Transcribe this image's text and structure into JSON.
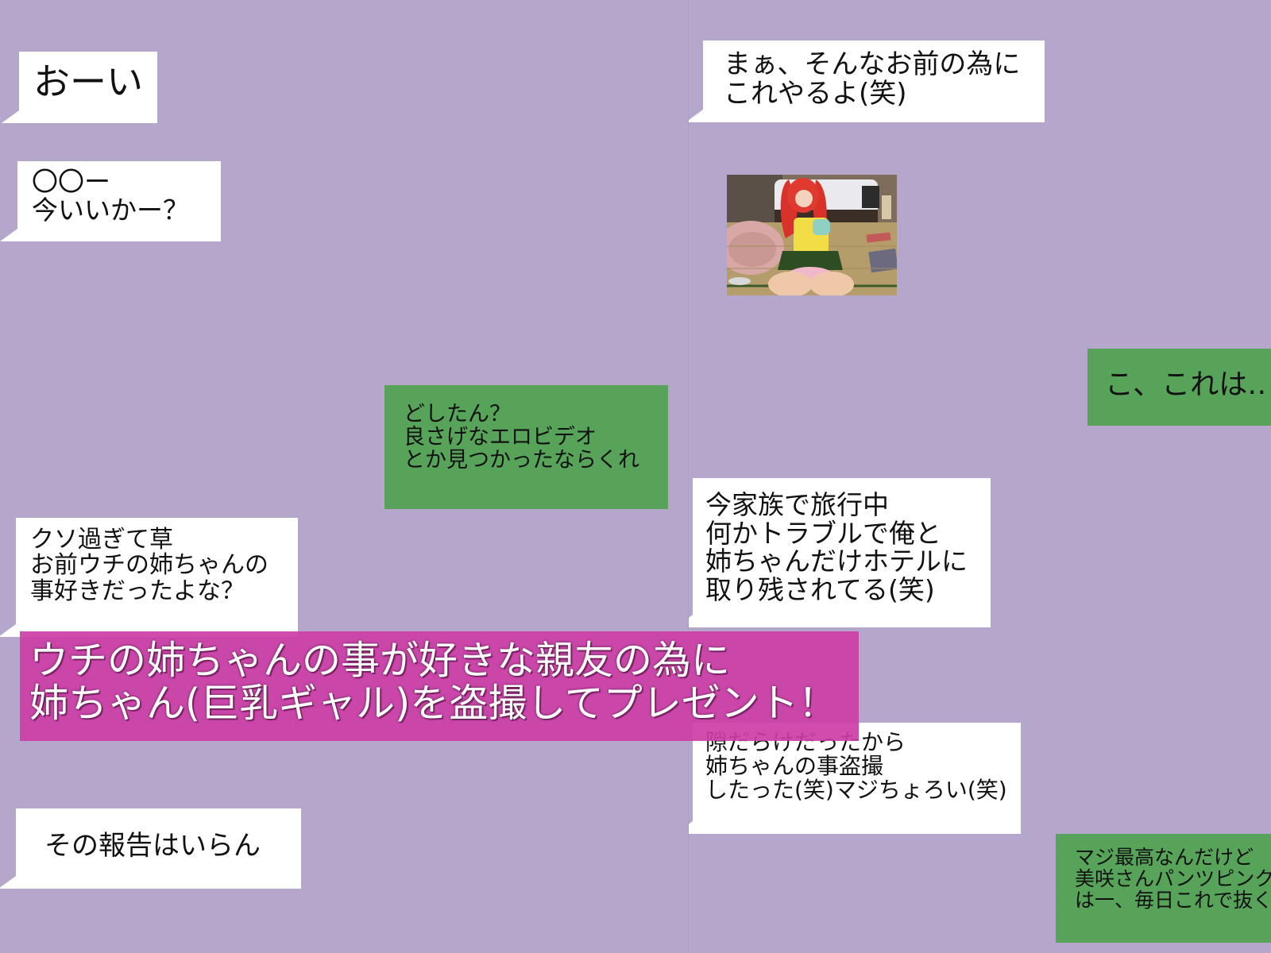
{
  "left_chat": {
    "messages": [
      {
        "lines": [
          "おーい"
        ]
      },
      {
        "lines": [
          "〇〇ー",
          "今いいかー？"
        ]
      },
      {
        "lines": [
          "どしたん？",
          "良さげなエロビデオ",
          "とか見つかったならくれ"
        ]
      },
      {
        "lines": [
          "クソ過ぎて草",
          "お前ウチの姉ちゃんの",
          "事好きだったよな？"
        ]
      },
      {
        "lines": [
          "その報告はいらん"
        ]
      }
    ]
  },
  "right_chat": {
    "messages": [
      {
        "lines": [
          "まぁ、そんなお前の為に",
          "これやるよ(笑)"
        ]
      },
      {
        "lines": [
          "こ、これは‥"
        ]
      },
      {
        "lines": [
          "今家族で旅行中",
          "何かトラブルで俺と",
          "姉ちゃんだけホテルに",
          "取り残されてる(笑)"
        ]
      },
      {
        "lines": [
          "隙だらけだったから",
          "姉ちゃんの事盗撮",
          "したった(笑)マジちょろい(笑)"
        ]
      },
      {
        "lines": [
          "マジ最高なんだけど",
          "美咲さんパンツピンク",
          "は一、毎日これで抜く"
        ]
      }
    ]
  },
  "title": {
    "lines": [
      "ウチの姉ちゃんの事が好きな親友の為に",
      "姉ちゃん(巨乳ギャル)を盗撮してプレゼント！"
    ]
  },
  "colors": {
    "background": "#b4a7cb",
    "bubble_white": "#ffffff",
    "bubble_green": "#58a35a",
    "title_banner": "#cc3ea6"
  }
}
